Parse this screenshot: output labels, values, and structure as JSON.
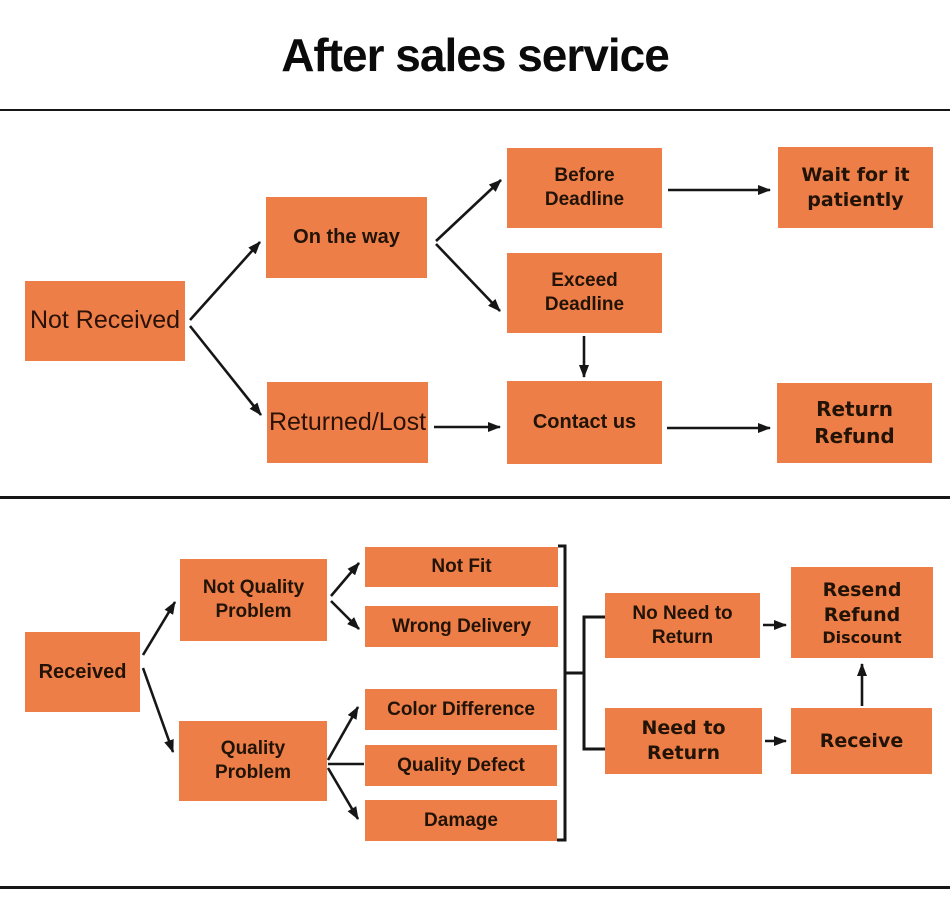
{
  "title": "After sales service",
  "colors": {
    "box_orange": "#ED7E47",
    "line_black": "#161616",
    "text_dark": "#221307"
  },
  "flow_not_received": {
    "not_received": "Not Received",
    "on_the_way": "On the way",
    "before_deadline": "Before\nDeadline",
    "exceed_deadline": "Exceed\nDeadline",
    "wait_patiently": "Wait for it\npatiently",
    "returned_lost": "Returned/Lost",
    "contact_us": "Contact us",
    "return_refund": "Return\nRefund"
  },
  "flow_received": {
    "received": "Received",
    "not_quality_problem": "Not Quality\nProblem",
    "quality_problem": "Quality\nProblem",
    "not_fit": "Not Fit",
    "wrong_delivery": "Wrong Delivery",
    "color_difference": "Color Difference",
    "quality_defect": "Quality Defect",
    "damage": "Damage",
    "no_need_to_return": "No Need to\nReturn",
    "need_to_return": "Need to\nReturn",
    "resend_refund": "Resend\nRefund",
    "discount": "Discount",
    "receive": "Receive"
  }
}
